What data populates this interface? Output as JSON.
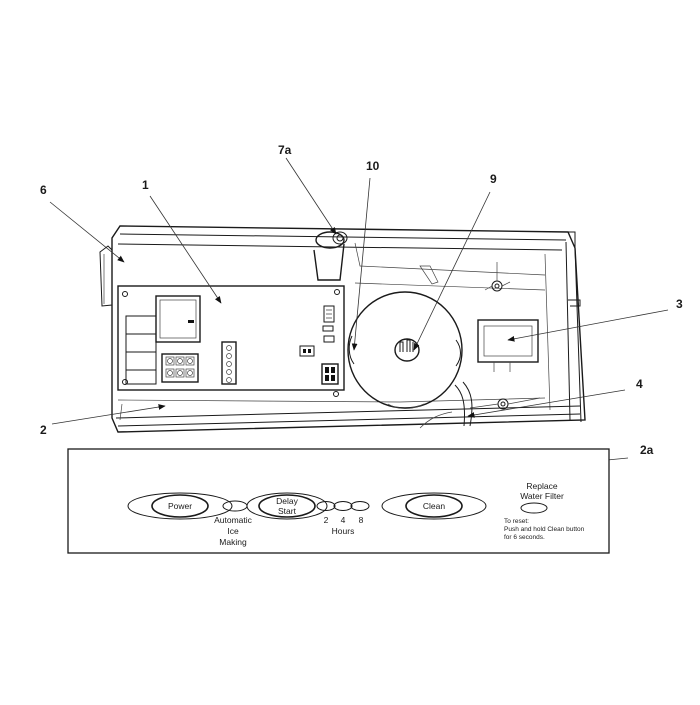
{
  "callouts": {
    "c1": "1",
    "c2": "2",
    "c2a": "2a",
    "c3": "3",
    "c4": "4",
    "c6": "6",
    "c7a": "7a",
    "c9": "9",
    "c10": "10"
  },
  "panel": {
    "power_label": "Power",
    "delay_start_line1": "Delay",
    "delay_start_line2": "Start",
    "clean_label": "Clean",
    "auto_ice_line1": "Automatic",
    "auto_ice_line2": "Ice",
    "auto_ice_line3": "Making",
    "hours_2": "2",
    "hours_4": "4",
    "hours_8": "8",
    "hours_label": "Hours",
    "replace_line1": "Replace",
    "replace_line2": "Water Filter",
    "reset_line1": "To reset:",
    "reset_line2": "Push and hold Clean button",
    "reset_line3": "for 6 seconds."
  }
}
